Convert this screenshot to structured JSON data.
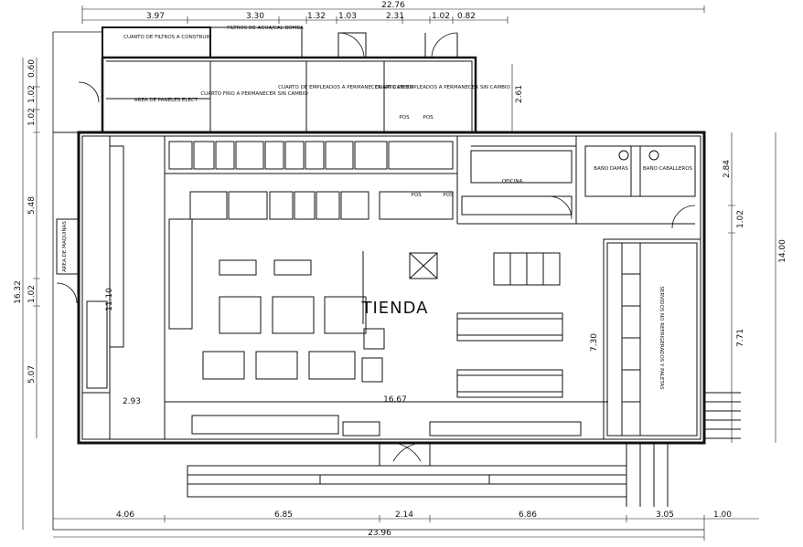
{
  "title": "TIENDA",
  "dimensions": {
    "top_total": "22.76",
    "top_segments": [
      "3.97",
      "3.30",
      "1.32",
      "1.03",
      "2.31",
      "1.02",
      "0.82"
    ],
    "bottom_total": "23.96",
    "bottom_segments": [
      "4.06",
      "6.85",
      "2.14",
      "6.86",
      "3.05",
      "1.00"
    ],
    "left_total": "16.32",
    "left_segments": [
      "0.60",
      "1.02",
      "1.02",
      "5.48",
      "1.02",
      "5.07"
    ],
    "right_total": "14.00",
    "right_segments": [
      "2.84",
      "1.02",
      "7.71"
    ],
    "interior": [
      "2.61",
      "11.10",
      "7.30",
      "16.67",
      "2.93"
    ]
  },
  "rooms": {
    "filter_room": "CUARTO DE FILTROS A CONSTRUIR",
    "water_filters": "FILTROS DE AGUA/CAL BOMBA",
    "electric_panels": "AREA DE PANELES ELECT.",
    "cold_room": "CUARTO FRIO A PERMANECER SIN CAMBIO",
    "employee_room_1": "CUARTO DE EMPLEADOS A PERMANECER SIN CAMBIO",
    "employee_room_2": "CUARTO DE EMPLEADOS A PERMANECER SIN CAMBIO",
    "office": "OFICINA",
    "bath_women": "BAÑO DAMAS",
    "bath_men": "BAÑO CABALLEROS",
    "pos_1": "POS",
    "pos_2": "POS",
    "pos_3": "POS",
    "pos_4": "POS",
    "service_note": "SERVIDOS NO REFRIGERADOS Y PALETAS",
    "machines": "AREA DE MAQUINAS"
  }
}
